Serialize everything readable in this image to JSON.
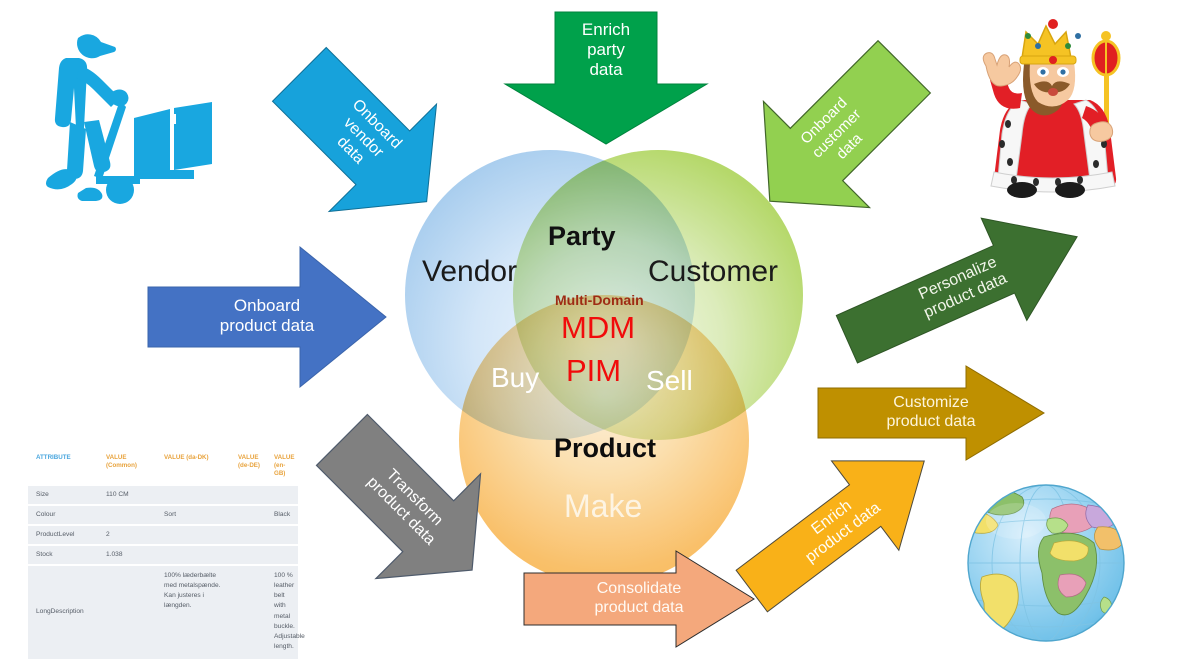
{
  "diagram": {
    "title": "Multi-Domain MDM / PIM Venn with data flow arrows",
    "venn": {
      "circles": [
        {
          "name": "vendor",
          "label": "Vendor",
          "color": "#9cc5ea"
        },
        {
          "name": "customer",
          "label": "Customer",
          "color": "#a9d156"
        },
        {
          "name": "product",
          "label": "Product",
          "color": "#f8b752"
        }
      ],
      "labels": {
        "party": "Party",
        "vendor": "Vendor",
        "customer": "Customer",
        "multi_domain": "Multi-Domain",
        "mdm": "MDM",
        "pim": "PIM",
        "buy": "Buy",
        "sell": "Sell",
        "product": "Product",
        "make": "Make"
      },
      "label_colors": {
        "party": "#111111",
        "multi_domain": "#9e2b14",
        "mdm": "#f10b0b",
        "pim": "#f10b0b",
        "buy": "#ffffff",
        "sell": "#ffffff",
        "make": "#fdf4e3"
      }
    },
    "arrows": [
      {
        "name": "onboard-vendor-data",
        "lines": [
          "Onboard",
          "vendor",
          "data"
        ],
        "color": "#17a2db",
        "direction": "down-right",
        "rotation": 45,
        "font_size": 16
      },
      {
        "name": "enrich-party-data",
        "lines": [
          "Enrich",
          "party",
          "data"
        ],
        "color": "#00a14b",
        "direction": "down",
        "rotation": 0,
        "font_size": 17
      },
      {
        "name": "onboard-customer-data",
        "lines": [
          "Onboard",
          "customer",
          "data"
        ],
        "color": "#92d050",
        "direction": "down-left",
        "rotation": -45,
        "font_size": 15
      },
      {
        "name": "onboard-product-data",
        "lines": [
          "Onboard",
          "product data"
        ],
        "color": "#4472c4",
        "direction": "right",
        "rotation": 0,
        "font_size": 17
      },
      {
        "name": "personalize-product-data",
        "lines": [
          "Personalize",
          "product data"
        ],
        "color": "#3c7030",
        "direction": "up-right",
        "rotation": -24,
        "font_size": 16
      },
      {
        "name": "customize-product-data",
        "lines": [
          "Customize",
          "product data"
        ],
        "color": "#bf9000",
        "direction": "right",
        "rotation": 0,
        "font_size": 16
      },
      {
        "name": "transform-product-data",
        "lines": [
          "Transform",
          "product data"
        ],
        "color": "#808080",
        "direction": "down-right",
        "rotation": 45,
        "font_size": 16
      },
      {
        "name": "consolidate-product-data",
        "lines": [
          "Consolidate",
          "product data"
        ],
        "color": "#f4a87c",
        "direction": "right",
        "rotation": 0,
        "font_size": 16
      },
      {
        "name": "enrich-product-data",
        "lines": [
          "Enrich",
          "product data"
        ],
        "color": "#f9b118",
        "direction": "up-right",
        "rotation": -37,
        "font_size": 16
      }
    ],
    "illustrations": [
      {
        "name": "warehouse-worker-icon",
        "meaning": "Vendor / supplier",
        "color": "#19a7e0"
      },
      {
        "name": "king-figure",
        "meaning": "Customer is king"
      },
      {
        "name": "globe-figure",
        "meaning": "Global markets"
      }
    ]
  },
  "attribute_table": {
    "columns": [
      "ATTRIBUTE",
      "VALUE (Common)",
      "VALUE (da-DK)",
      "VALUE (de-DE)",
      "VALUE (en-GB)"
    ],
    "column_colors": {
      "attribute": "#49a6de",
      "value": "#e8a33d"
    },
    "rows": [
      {
        "attribute": "Size",
        "common": "110 CM",
        "da_dk": "",
        "de_de": "",
        "en_gb": ""
      },
      {
        "attribute": "Colour",
        "common": "",
        "da_dk": "Sort",
        "de_de": "",
        "en_gb": "Black"
      },
      {
        "attribute": "ProductLevel",
        "common": "2",
        "da_dk": "",
        "de_de": "",
        "en_gb": ""
      },
      {
        "attribute": "Stock",
        "common": "1.038",
        "da_dk": "",
        "de_de": "",
        "en_gb": ""
      },
      {
        "attribute": "LongDescription",
        "common": "",
        "da_dk": "100% læderbælte med metalspænde. Kan justeres i længden.",
        "de_de": "",
        "en_gb": "100 % leather belt with metal buckle. Adjustable length."
      }
    ]
  }
}
